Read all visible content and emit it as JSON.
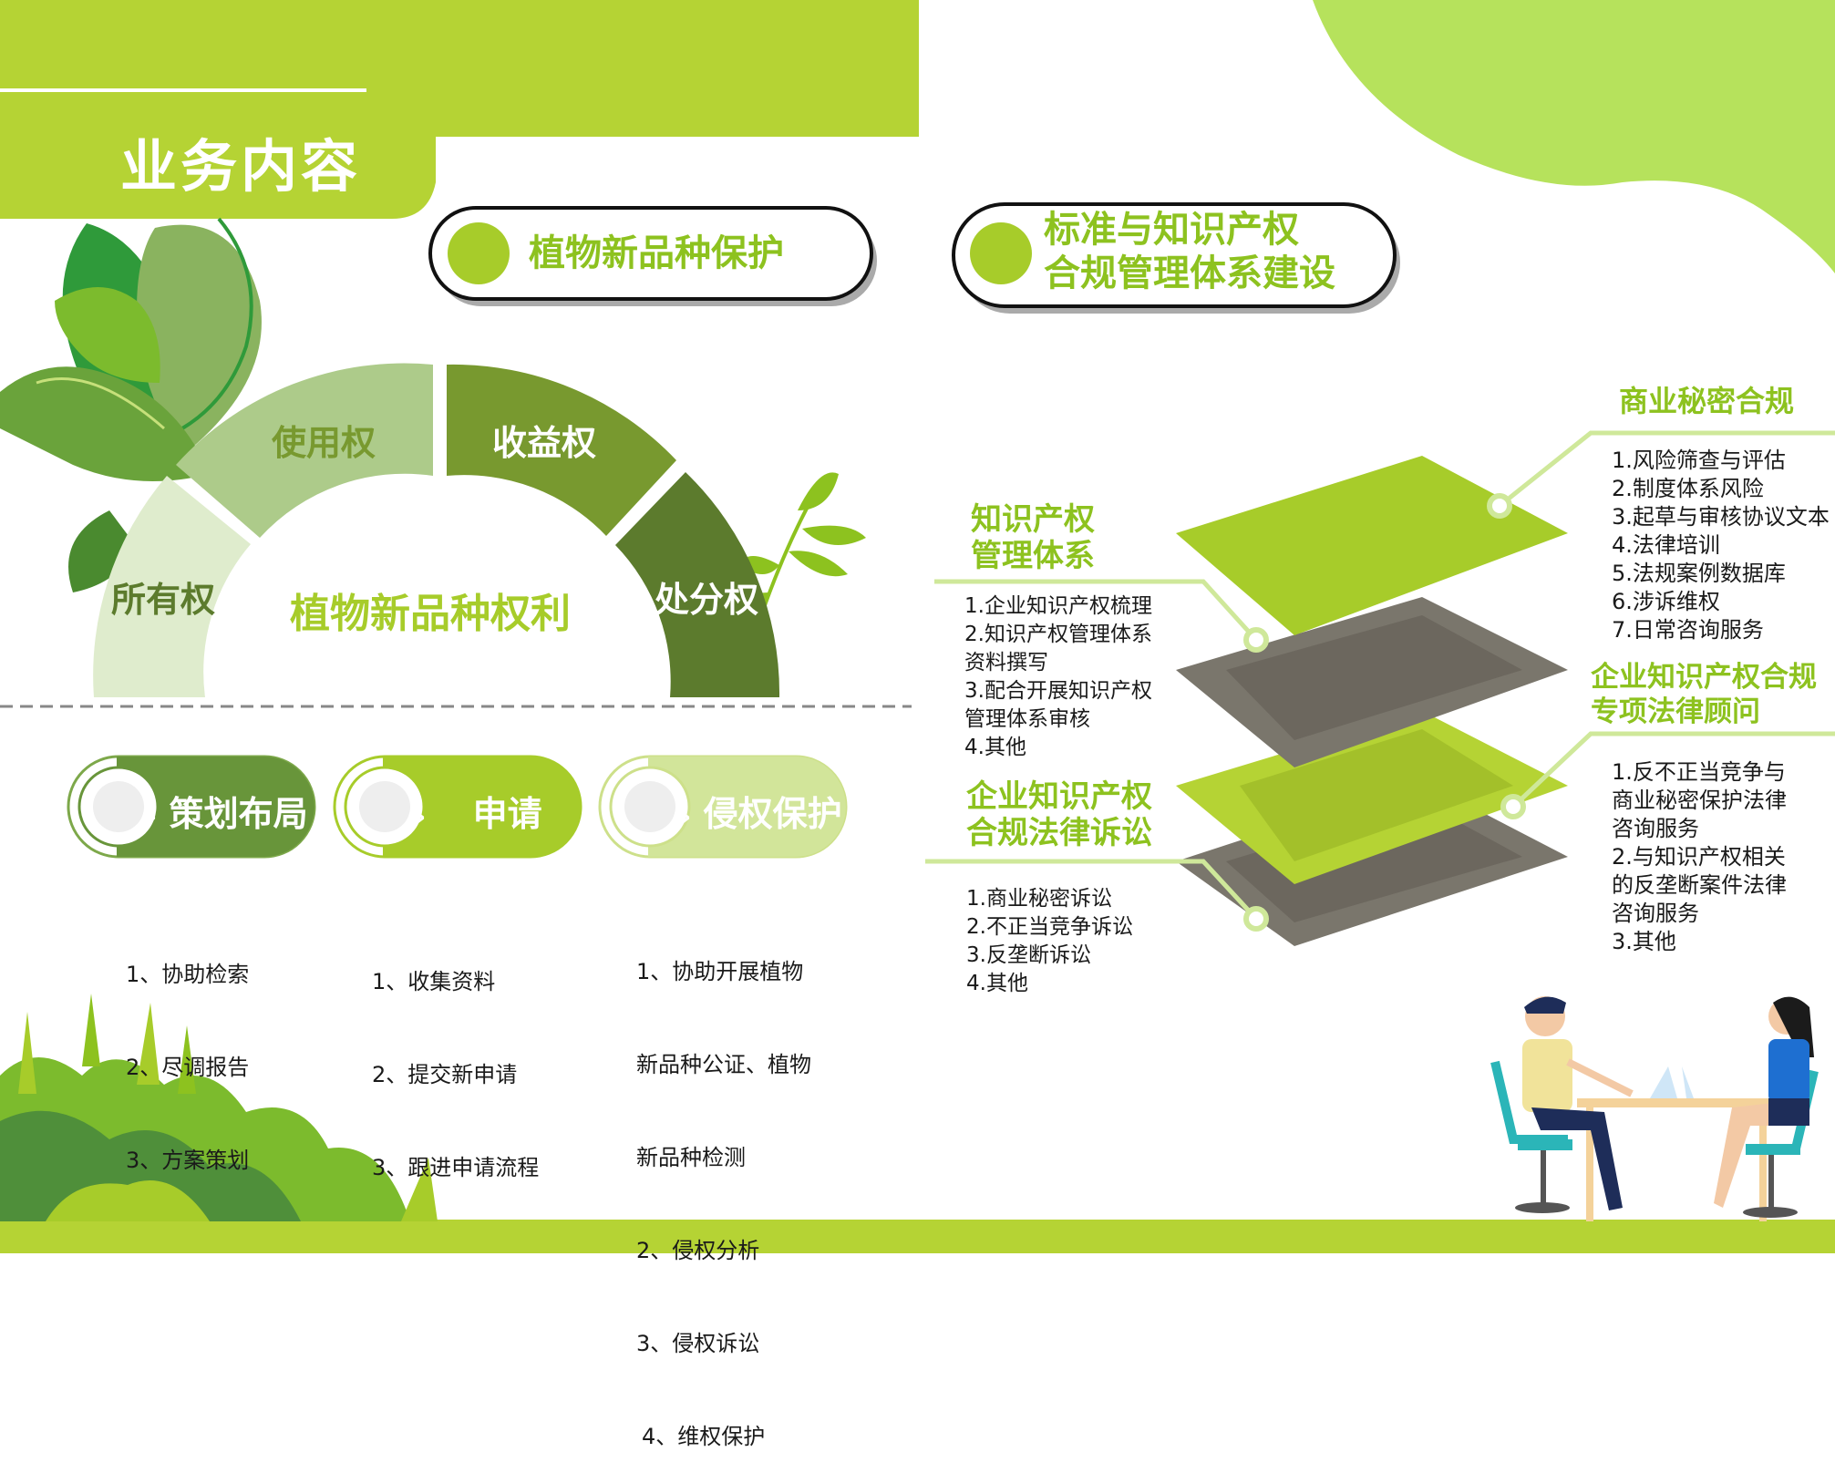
{
  "header": {
    "title": "业务内容"
  },
  "pills": {
    "left": {
      "label": "植物新品种保护"
    },
    "right": {
      "line1": "标准与知识产权",
      "line2": "合规管理体系建设"
    }
  },
  "rights_arc": {
    "center_label": "植物新品种权利",
    "segments": [
      "所有权",
      "使用权",
      "收益权",
      "处分权"
    ]
  },
  "process": {
    "steps": [
      {
        "label": "策划布局",
        "items": [
          "1、协助检索",
          "2、尽调报告",
          "3、方案策划"
        ]
      },
      {
        "label": "申请",
        "items": [
          "1、收集资料",
          "2、提交新申请",
          "3、跟进申请流程"
        ]
      },
      {
        "label": "侵权保护",
        "items": [
          "1、协助开展植物",
          "新品种公证、植物",
          "新品种检测",
          "2、侵权分析",
          "3、侵权诉讼",
          "4、维权保护"
        ]
      }
    ]
  },
  "layers": {
    "ip_system": {
      "title_line1": "知识产权",
      "title_line2": "管理体系",
      "items": [
        "1.企业知识产权梳理",
        "2.知识产权管理体系",
        "资料撰写",
        "3.配合开展知识产权",
        "管理体系审核",
        "4.其他"
      ]
    },
    "litigation": {
      "title_line1": "企业知识产权",
      "title_line2": "合规法律诉讼",
      "items": [
        "1.商业秘密诉讼",
        "2.不正当竞争诉讼",
        "3.反垄断诉讼",
        "4.其他"
      ]
    },
    "trade_secret": {
      "title": "商业秘密合规",
      "items": [
        "1.风险筛查与评估",
        "2.制度体系风险",
        "3.起草与审核协议文本",
        "4.法律培训",
        "5.法规案例数据库",
        "6.涉诉维权",
        "7.日常咨询服务"
      ]
    },
    "legal_advisor": {
      "title_line1": "企业知识产权合规",
      "title_line2": "专项法律顾问",
      "items": [
        "1.反不正当竞争与",
        "商业秘密保护法律",
        "咨询服务",
        "2.与知识产权相关",
        "的反垄断案件法律",
        "咨询服务",
        "3.其他"
      ]
    }
  },
  "colors": {
    "accent": "#8dc21f",
    "light_green": "#b5d334",
    "dark_green": "#5c7b2d",
    "mid_green": "#78992f",
    "pale_green": "#adcb8a",
    "gray": "#7a766c"
  }
}
